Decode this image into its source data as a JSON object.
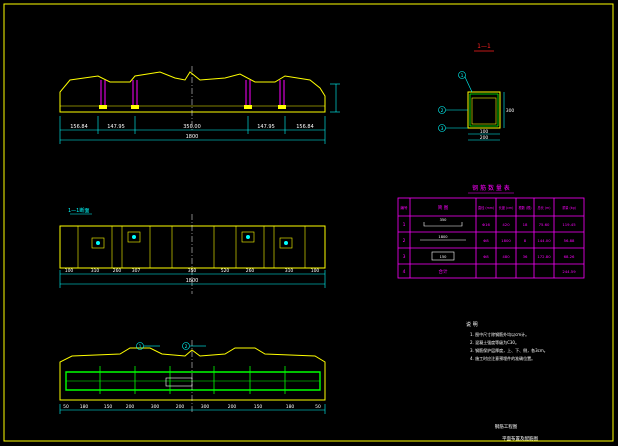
{
  "colors": {
    "background": "#000000",
    "frame": "#ffff00",
    "structure": "#ffff00",
    "dimension": "#00ffff",
    "rebar": "#ff00ff",
    "rebar_main": "#00ff00",
    "text": "#ffffff",
    "title_red": "#ff2020"
  },
  "elevation": {
    "dims": [
      "156.84",
      "147.95",
      "350.00",
      "147.95",
      "156.84"
    ],
    "total": "1800"
  },
  "plan_view": {
    "section_marker": "1—1断面",
    "dims": [
      "100",
      "310",
      "260",
      "307",
      "350",
      "520",
      "260",
      "310",
      "100"
    ],
    "total": "1800"
  },
  "rebar_view": {
    "dims": [
      "50",
      "180",
      "150",
      "200",
      "300",
      "200",
      "300",
      "200",
      "150",
      "180",
      "50"
    ]
  },
  "section_detail": {
    "title": "1—1",
    "callouts": [
      "1",
      "2",
      "3"
    ],
    "dims": [
      "100",
      "200",
      "300"
    ]
  },
  "table": {
    "title": "钢 筋 数 量 表",
    "headers": [
      "编号",
      "简 图",
      "直径 (mm)",
      "长度 (cm)",
      "根数 (根)",
      "总长 (m)",
      "重量 (kg)"
    ],
    "rows": [
      [
        "1",
        "350",
        "Φ16",
        "420",
        "18",
        "75.60",
        "119.45"
      ],
      [
        "2",
        "1800",
        "Φ8",
        "1800",
        "8",
        "144.00",
        "56.88"
      ],
      [
        "3",
        "150",
        "Φ8",
        "480",
        "36",
        "172.80",
        "68.26"
      ],
      [
        "4",
        "合计",
        "",
        "",
        "",
        "",
        "244.59"
      ]
    ]
  },
  "notes": {
    "title": "说 明",
    "items": [
      "1. 图中尺寸除钢筋外均以cm计。",
      "2. 混凝土强度等级为C30。",
      "3. 钢筋保护层厚度，上、下、侧，各3cm。",
      "4. 施工时应注意预埋件的准确位置。"
    ]
  },
  "title_block": {
    "label": "钢筋工程图",
    "drawing_name": "平面布置及配筋图"
  }
}
